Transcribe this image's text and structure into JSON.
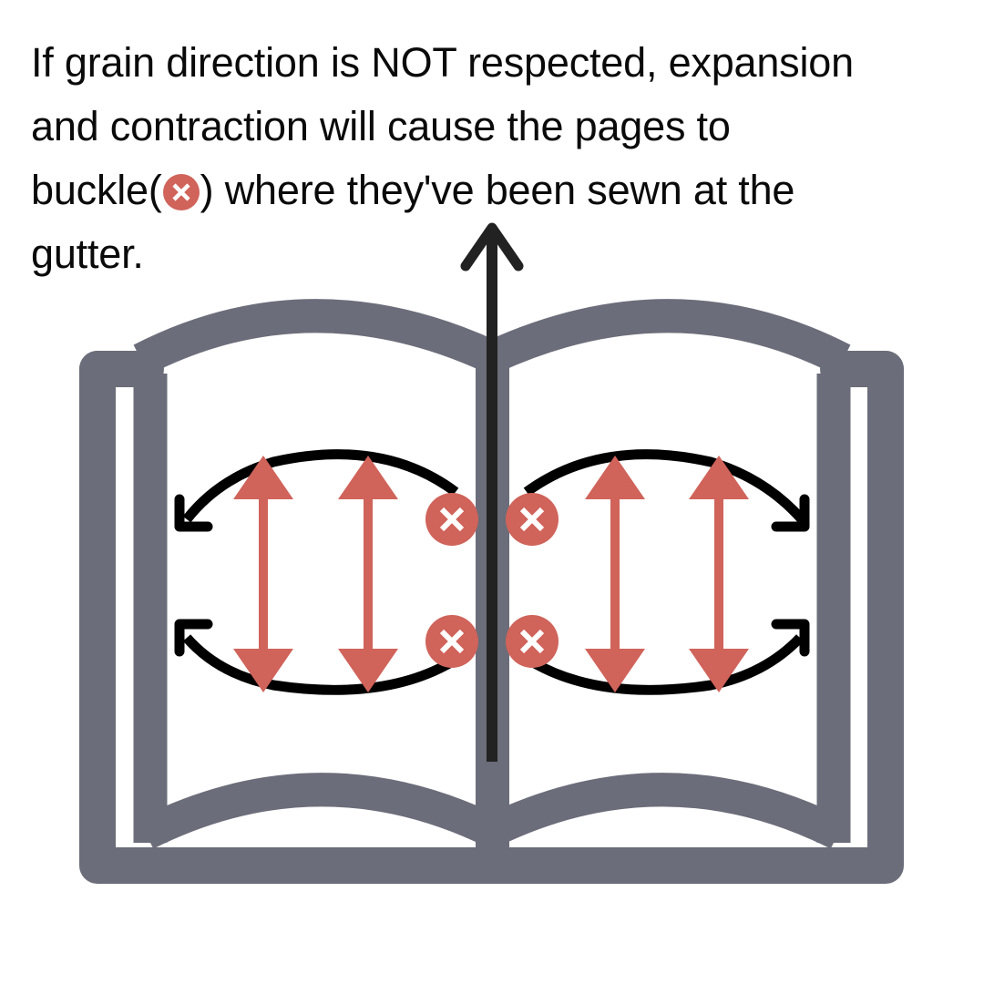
{
  "caption": {
    "line1": "If grain direction is NOT respected, expansion",
    "line2": "and contraction will cause the pages to",
    "line3_before": "buckle(",
    "line3_after": ") where they've been sewn at the",
    "line4": "gutter."
  },
  "icons": {
    "buckle": "x-in-circle-icon",
    "grain_direction": "up-arrow-icon",
    "expansion": "double-headed-vertical-arrow-icon",
    "contraction": "curved-arrow-icon",
    "book": "open-book-icon"
  },
  "colors": {
    "book": "#6b6d7a",
    "buckle_marker": "#d0635a",
    "expansion_arrows": "#d0635a",
    "curved_arrows": "#000000",
    "grain_arrow": "#222222",
    "text": "#0a0a0a",
    "background": "#ffffff"
  },
  "diagram": {
    "buckle_markers": 4,
    "expansion_arrows_per_page": 2,
    "curved_arrows_per_page": 2
  }
}
